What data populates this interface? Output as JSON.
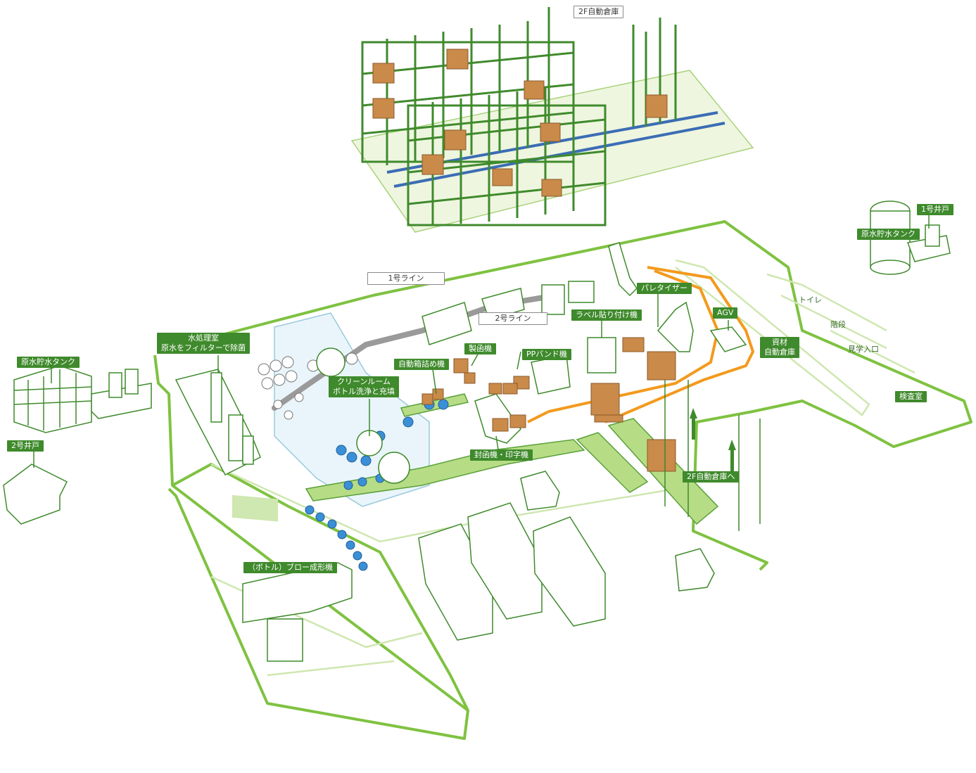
{
  "labels": {
    "warehouse_2f": "2F自動倉庫",
    "line1": "1号ライン",
    "line2": "2号ライン",
    "raw_tank_left": "原水貯水タンク",
    "well2": "2号井戸",
    "water_treatment": "水処理室\n原水をフィルターで除菌",
    "cleanroom": "クリーンルーム\nボトル洗浄と充填",
    "auto_boxing": "自動箱詰め機",
    "box_maker": "製函機",
    "pp_band": "PPバンド機",
    "label_machine": "ラベル貼り付け機",
    "palletizer": "パレタイザー",
    "agv": "AGV",
    "materials_warehouse": "資材\n自動倉庫",
    "to_2f_warehouse": "2F自動倉庫へ",
    "sealer_printer": "封函機・印字機",
    "blow_molding": "（ボトル）ブロー成形機",
    "inspection": "検査室",
    "tank_right": "原水貯水タンク",
    "well1": "1号井戸"
  },
  "room_text": {
    "toilet": "トイレ",
    "stairs": "階段",
    "visitor_entrance": "見学入口"
  },
  "colors": {
    "outline_green": "#7fc241",
    "line_green": "#3f8a2c",
    "label_bg": "#3f8a2c",
    "box_brown": "#c98a4a",
    "agv_orange": "#f39a1e",
    "bottle_blue": "#3b8fd6"
  }
}
